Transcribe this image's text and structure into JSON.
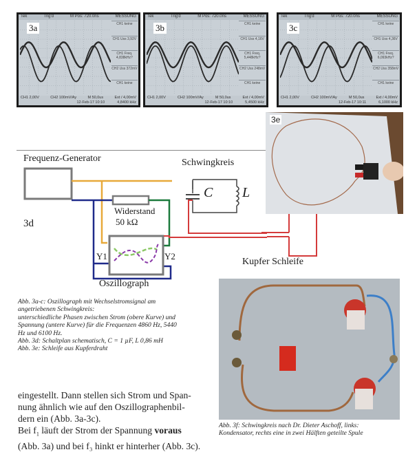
{
  "scopes": [
    {
      "tag": "3a",
      "top": {
        "brand": "Tek",
        "mode": "Trig'd",
        "pos": "M Pos: 720.0ns",
        "menu": "MESSUNG"
      },
      "side": [
        "CH1 keine",
        "CH1 Uss 3,92V",
        "CH1 Freq. 4,838kHz?",
        "CH2 Uss 372mV",
        "CH1 keine"
      ],
      "bottom": {
        "ch1": "CH1 2,00V",
        "ch2": "CH2 100mV/Ay",
        "m": "M 50,0us",
        "ext": "Ext / 4,00mV",
        "date": "12-Feb-17 10:10",
        "freq": "4,8400 kHz"
      },
      "phase": 0.9
    },
    {
      "tag": "3b",
      "top": {
        "brand": "Tek",
        "mode": "Trig'd",
        "pos": "M Pos: 720.0ns",
        "menu": "MESSUNG"
      },
      "side": [
        "CH1 keine",
        "CH1 Uss 4,16V",
        "CH1 Freq. 5,448kHz?",
        "CH2 Uss 248mV",
        "CH1 keine"
      ],
      "bottom": {
        "ch1": "CH1 2,00V",
        "ch2": "CH2 100mV/Ay",
        "m": "M 50,0us",
        "ext": "Ext / 4,00mV",
        "date": "12-Feb-17 10:10",
        "freq": "5,4500 kHz"
      },
      "phase": 0.0
    },
    {
      "tag": "3c",
      "top": {
        "brand": "Tek",
        "mode": "Trig'd",
        "pos": "M Pos: 720.0ns",
        "menu": "MESSUNG"
      },
      "side": [
        "CH1 keine",
        "CH1 Uss 4,36V",
        "CH1 Freq. 6,093kHz?",
        "CH2 Uss 358mV",
        "CH1 keine"
      ],
      "bottom": {
        "ch1": "CH1 2,00V",
        "ch2": "CH2 100mV/Ay",
        "m": "M 50,0us",
        "ext": "Ext / 4,00mV",
        "date": "12-Feb-17 10:11",
        "freq": "6,1000 kHz"
      },
      "phase": -0.9
    }
  ],
  "diagram": {
    "generator_label": "Frequenz-Generator",
    "tank_label": "Schwingkreis",
    "capacitor_symbol": "C",
    "inductor_symbol": "L",
    "resistor_label": "Widerstand",
    "resistor_value": "50 kΩ",
    "fig_tag": "3d",
    "y1": "Y1",
    "y2": "Y2",
    "scope_label": "Oszillograph",
    "loop_label": "Kupfer Schleife",
    "colors": {
      "orange": "#e8a93a",
      "blue": "#1f2a8a",
      "green": "#1c7a3c",
      "red": "#d43a3a",
      "gray": "#7a7a7a"
    }
  },
  "photo_e": {
    "tag": "3e"
  },
  "caption_main": [
    "Abb. 3a-c: Oszillograph mit Wechselstromsignal am",
    "angetriebenen Schwingkreis:",
    "unterschiedliche Phasen zwischen Strom (obere Kurve) und",
    "Spannung (untere Kurve) für die Frequenzen 4860 Hz, 5440",
    "Hz und 6100 Hz.",
    "Abb. 3d: Schaltplan schematisch, C = 1 µF, L 0,86 mH",
    "Abb. 3e: Schleife aus Kupferdraht"
  ],
  "caption_f": [
    "Abb. 3f: Schwingkreis nach Dr. Dieter Aschoff, links:",
    "Kondensator, rechts eine in zwei Hälften geteilte Spule"
  ],
  "body": {
    "line1": "eingestellt. Dann stellen sich Strom und Span-",
    "line2": "nung ähnlich wie auf den Oszillographenbil-",
    "line3": "dern ein (Abb. 3a-3c).",
    "line4_a": "Bei f",
    "line4_sub": "1",
    "line4_b": " läuft der Strom der Spannung ",
    "line4_bold": "voraus",
    "line5": "(Abb. 3a) und bei f₃ hinkt er hinterher (Abb. 3c)."
  }
}
